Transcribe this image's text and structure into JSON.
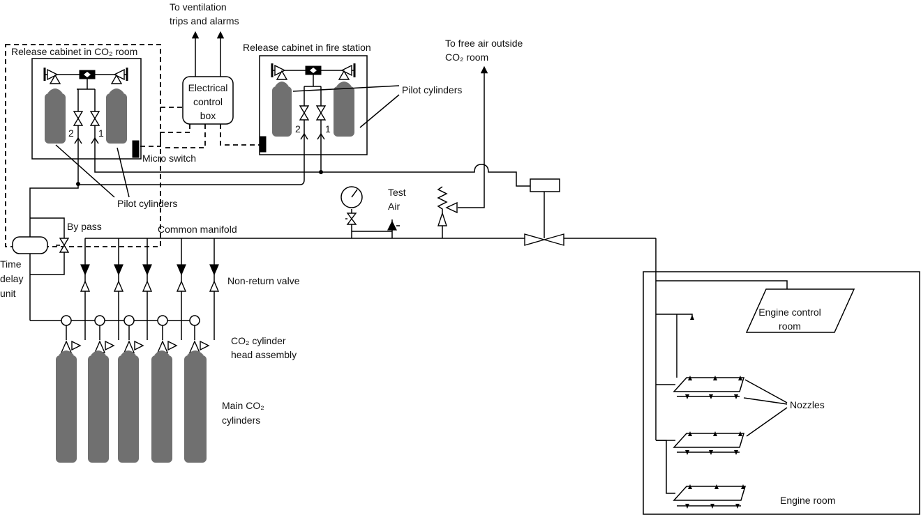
{
  "labels": {
    "ventilation": [
      "To ventilation",
      "trips and alarms"
    ],
    "cabinet_co2_room": "Release cabinet in CO₂ room",
    "cabinet_fire_station": "Release cabinet in fire station",
    "free_air": [
      "To free air outside",
      "CO₂ room"
    ],
    "electrical_control_box": [
      "Electrical",
      "control",
      "box"
    ],
    "pilot_cylinders_right": "Pilot cylinders",
    "pilot_cylinders_left": "Pilot cylinders",
    "micro_switch": "Micro switch",
    "by_pass": "By pass",
    "common_manifold": "Common manifold",
    "time_delay_unit": [
      "Time",
      "delay",
      "unit"
    ],
    "test_air": [
      "Test",
      "Air"
    ],
    "non_return_valve": "Non-return valve",
    "cylinder_head_assembly": [
      "CO₂ cylinder",
      "head assembly"
    ],
    "main_cylinders": [
      "Main CO₂",
      "cylinders"
    ],
    "engine_control_room": [
      "Engine control",
      "room"
    ],
    "nozzles": "Nozzles",
    "engine_room": "Engine room",
    "pilot_valve_numbers": [
      "2",
      "1"
    ]
  }
}
